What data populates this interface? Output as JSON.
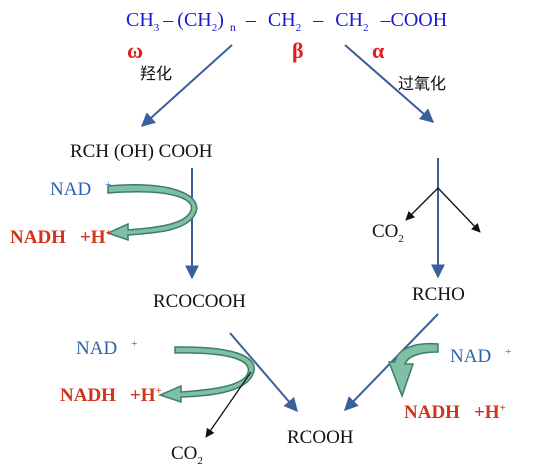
{
  "formula": {
    "ch3": "CH",
    "ch3_sub": "3",
    "dash1": "–",
    "ch2n": "(CH",
    "ch2n_sub": "2",
    "ch2n_close": ")",
    "n": "n",
    "dash2": "–",
    "ch2a": "CH",
    "ch2a_sub": "2",
    "dash3": "–",
    "ch2b": "CH",
    "ch2b_sub": "2",
    "cooh": "–COOH"
  },
  "greek": {
    "omega": "ω",
    "beta": "β",
    "alpha": "α"
  },
  "branch_labels": {
    "hydroxylation": "羟化",
    "peroxidation": "过氧化"
  },
  "left_path": {
    "hydroxy_acid": "RCH (OH) COOH",
    "nad1": "NAD",
    "nad1_plus": "+",
    "nadh1": "NADH",
    "nadh1_h": "+H",
    "nadh1_plus": "+",
    "keto_acid": "RCOCOOH",
    "nad2": "NAD",
    "nad2_plus": "+",
    "nadh2": "NADH",
    "nadh2_h": "+H",
    "nadh2_plus": "+",
    "co2": "CO",
    "co2_sub": "2"
  },
  "right_path": {
    "co2": "CO",
    "co2_sub": "2",
    "aldehyde": "RCHO",
    "nad": "NAD",
    "nad_plus": "+",
    "nadh": "NADH",
    "nadh_h": "+H",
    "nadh_plus": "+"
  },
  "product": "RCOOH",
  "colors": {
    "formula": "#1a1ad6",
    "greek": "#e61b1b",
    "nad": "#2f63a8",
    "nadh": "#d2331a",
    "arrow": "#3a5f9a",
    "curve_fill": "#7fbfa6",
    "curve_stroke": "#3d7f66"
  }
}
